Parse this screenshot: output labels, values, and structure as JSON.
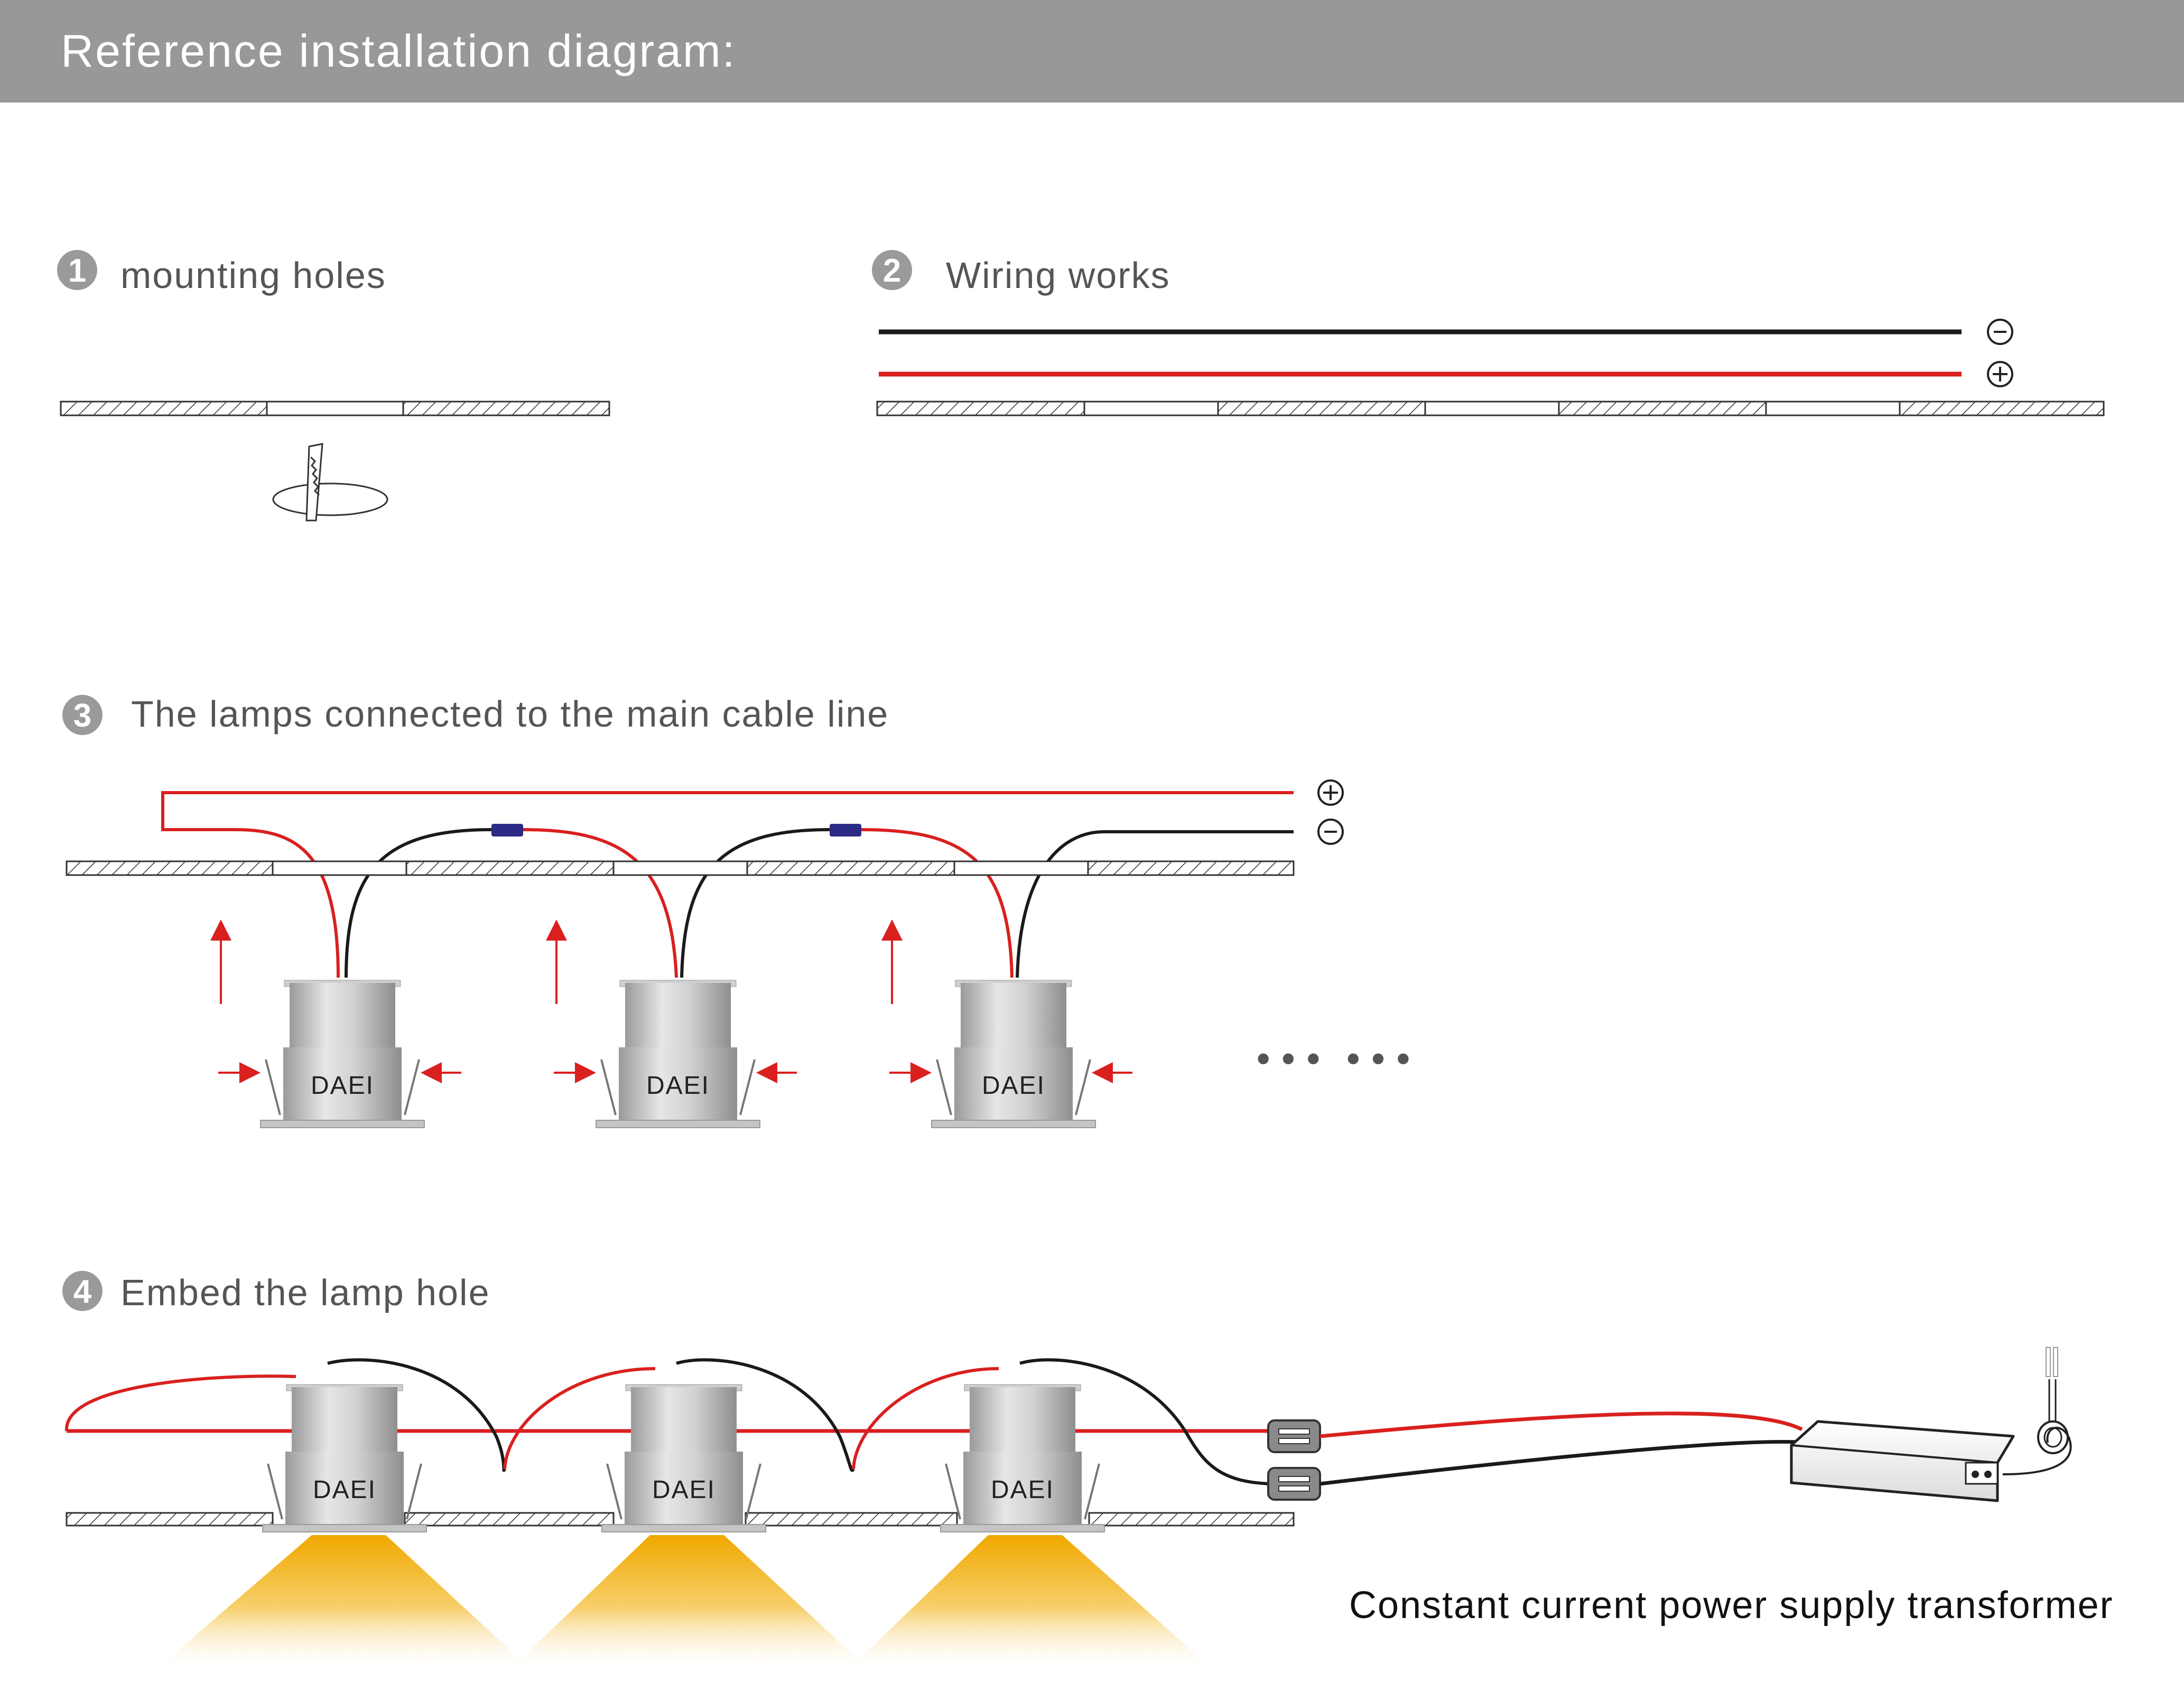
{
  "header": {
    "title": "Reference installation diagram:"
  },
  "steps": [
    {
      "number": "1",
      "label": "mounting holes"
    },
    {
      "number": "2",
      "label": "Wiring works"
    },
    {
      "number": "3",
      "label": "The lamps connected to the main cable line"
    },
    {
      "number": "4",
      "label": "Embed the lamp hole"
    }
  ],
  "polarity": {
    "negative": "−",
    "positive": "+"
  },
  "lamp_brand": "DAEI",
  "ellipsis": "•••  •••",
  "transformer_label": "Constant current power supply transformer",
  "colors": {
    "header_bg": "#999897",
    "wire_positive": "#d9201f",
    "wire_negative": "#1a1a1a",
    "connector": "#2b2a86",
    "lamp_body": "#bcbcbc",
    "light_beam": "#f2b418",
    "arrow": "#d9201f"
  }
}
